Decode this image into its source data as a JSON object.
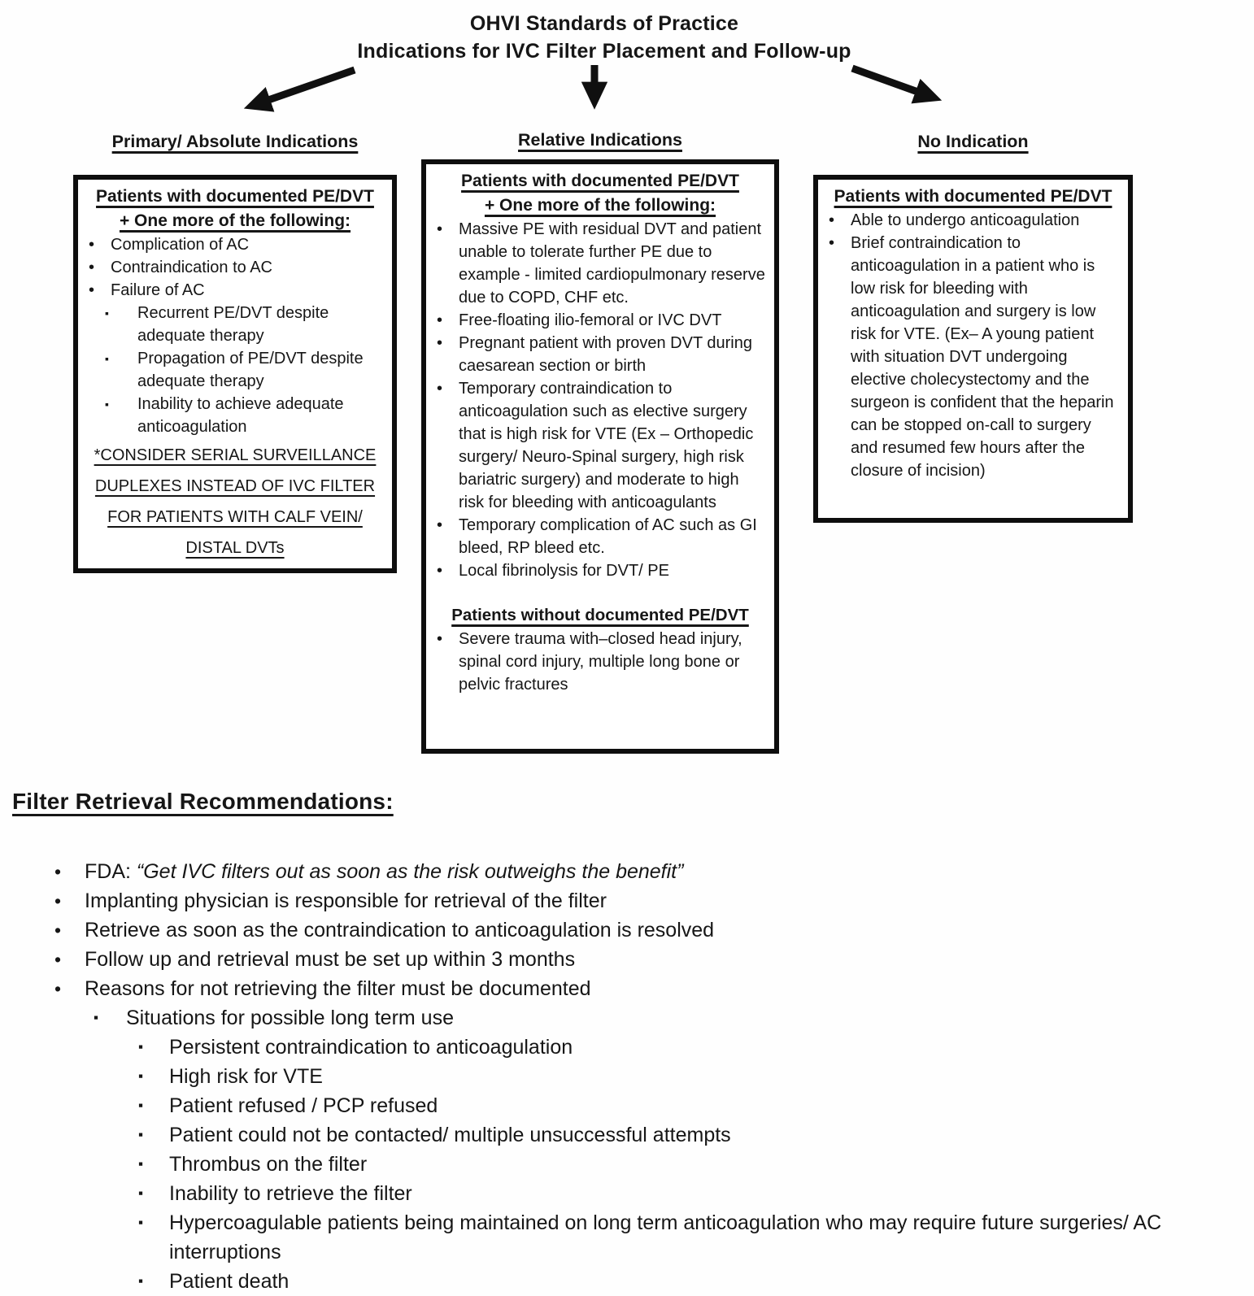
{
  "title": {
    "line1": "OHVI Standards of Practice",
    "line2": "Indications for IVC Filter Placement and Follow-up"
  },
  "markers": {
    "disc": "•",
    "square": "▪"
  },
  "ink_color": "#101010",
  "columns": {
    "primary": {
      "heading": "Primary/ Absolute Indications",
      "header_lines": [
        "Patients with documented PE/DVT",
        "+ One more of the following:"
      ],
      "items": [
        {
          "level": 1,
          "text": "Complication of AC"
        },
        {
          "level": 1,
          "text": "Contraindication to AC"
        },
        {
          "level": 1,
          "text": "Failure of AC"
        },
        {
          "level": 2,
          "text": "Recurrent PE/DVT despite adequate therapy"
        },
        {
          "level": 2,
          "text": "Propagation of PE/DVT despite adequate therapy"
        },
        {
          "level": 2,
          "text": "Inability to achieve adequate anticoagulation"
        }
      ],
      "footnote": "*CONSIDER SERIAL SURVEILLANCE DUPLEXES INSTEAD OF IVC FILTER FOR PATIENTS WITH CALF VEIN/ DISTAL DVTs"
    },
    "relative": {
      "heading": "Relative Indications",
      "header_lines": [
        "Patients with documented PE/DVT",
        "+ One more of the following:"
      ],
      "items": [
        {
          "level": 1,
          "text": "Massive PE with residual DVT and patient unable to tolerate further PE due to example - limited cardiopulmonary reserve due to COPD, CHF etc."
        },
        {
          "level": 1,
          "text": "Free-floating ilio-femoral or IVC DVT"
        },
        {
          "level": 1,
          "text": "Pregnant patient with proven DVT during caesarean section or birth"
        },
        {
          "level": 1,
          "text": "Temporary contraindication to anticoagulation such as elective surgery that is high risk for VTE (Ex – Orthopedic surgery/ Neuro-Spinal surgery, high risk bariatric surgery) and moderate to high risk for bleeding with anticoagulants"
        },
        {
          "level": 1,
          "text": "Temporary complication of AC such as GI bleed, RP bleed etc."
        },
        {
          "level": 1,
          "text": "Local fibrinolysis for DVT/ PE"
        }
      ],
      "subheader": "Patients without documented PE/DVT",
      "items2": [
        {
          "level": 1,
          "text": "Severe trauma with–closed head injury, spinal cord injury, multiple long bone or pelvic fractures"
        }
      ]
    },
    "no_indication": {
      "heading": "No Indication",
      "header_lines": [
        "Patients with documented PE/DVT"
      ],
      "items": [
        {
          "level": 1,
          "text": "Able to undergo anticoagulation"
        },
        {
          "level": 1,
          "text": "Brief contraindication to anticoagulation in a patient who is low risk for bleeding with anticoagulation and surgery is low risk for VTE. (Ex– A young patient with situation DVT undergoing elective cholecystectomy and the surgeon is confident that the heparin can be stopped on-call to surgery and resumed few hours after the closure of incision)"
        }
      ]
    }
  },
  "retrieval": {
    "heading": "Filter Retrieval Recommendations:",
    "items": [
      {
        "level": 1,
        "text": "FDA: ",
        "italic": "“Get IVC filters out as soon as the risk outweighs the benefit”"
      },
      {
        "level": 1,
        "text": "Implanting physician is responsible for retrieval of the filter"
      },
      {
        "level": 1,
        "text": "Retrieve as soon as the contraindication to anticoagulation is resolved"
      },
      {
        "level": 1,
        "text": "Follow up and retrieval must be set up within 3 months"
      },
      {
        "level": 1,
        "text": "Reasons for not retrieving the filter must be documented"
      },
      {
        "level": 2,
        "text": "Situations for possible long term use"
      },
      {
        "level": 3,
        "text": "Persistent contraindication to anticoagulation"
      },
      {
        "level": 3,
        "text": "High risk for VTE"
      },
      {
        "level": 3,
        "text": "Patient refused / PCP refused"
      },
      {
        "level": 3,
        "text": "Patient could not be contacted/ multiple unsuccessful attempts"
      },
      {
        "level": 3,
        "text": "Thrombus on the filter"
      },
      {
        "level": 3,
        "text": "Inability to retrieve the filter"
      },
      {
        "level": 3,
        "text": "Hypercoagulable patients being maintained on long term anticoagulation who may require future surgeries/ AC interruptions"
      },
      {
        "level": 3,
        "text": "Patient death"
      }
    ]
  }
}
